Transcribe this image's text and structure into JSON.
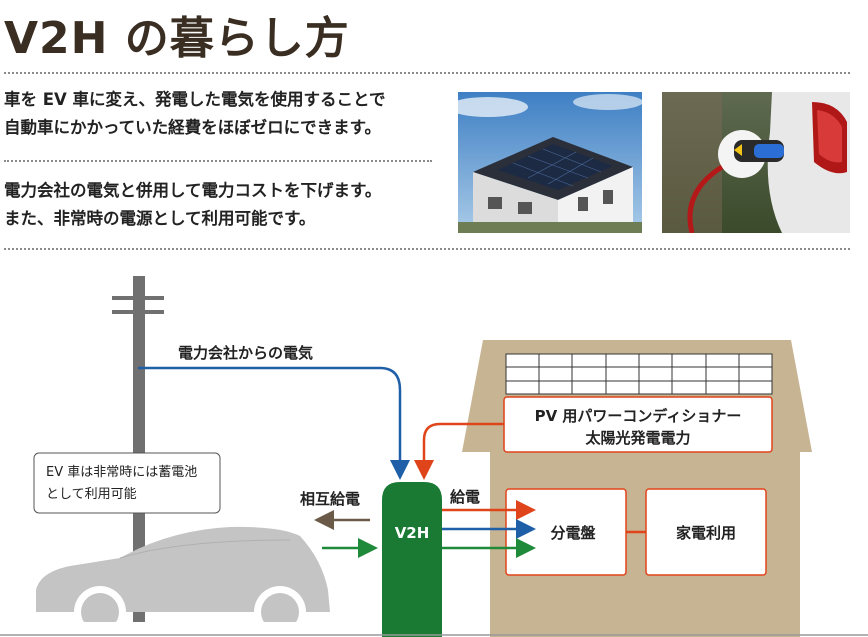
{
  "title": "V2H の暮らし方",
  "intro": {
    "line1": "車を EV 車に変え、発電した電気を使用することで",
    "line2": "自動車にかかっていた経費をほぼゼロにできます。",
    "line3": "電力会社の電気と併用して電力コストを下げます。",
    "line4": "また、非常時の電源として利用可能です。"
  },
  "diagram": {
    "utility_label": "電力会社からの電気",
    "pv_line1": "PV 用パワーコンディショナー",
    "pv_line2": "太陽光発電電力",
    "ev_note_line1": "EV 車は非常時には蓄電池",
    "ev_note_line2": "として利用可能",
    "mutual_label": "相互給電",
    "supply_label": "給電",
    "v2h_label": "V2H",
    "panel_label": "分電盤",
    "appliance_label": "家電利用"
  },
  "colors": {
    "blue": "#1f5fa8",
    "red": "#e0441b",
    "green": "#1e8a3a",
    "house": "#c7b493",
    "v2h": "#1a7a34",
    "pole": "#707070",
    "car": "#c4c4c4"
  }
}
